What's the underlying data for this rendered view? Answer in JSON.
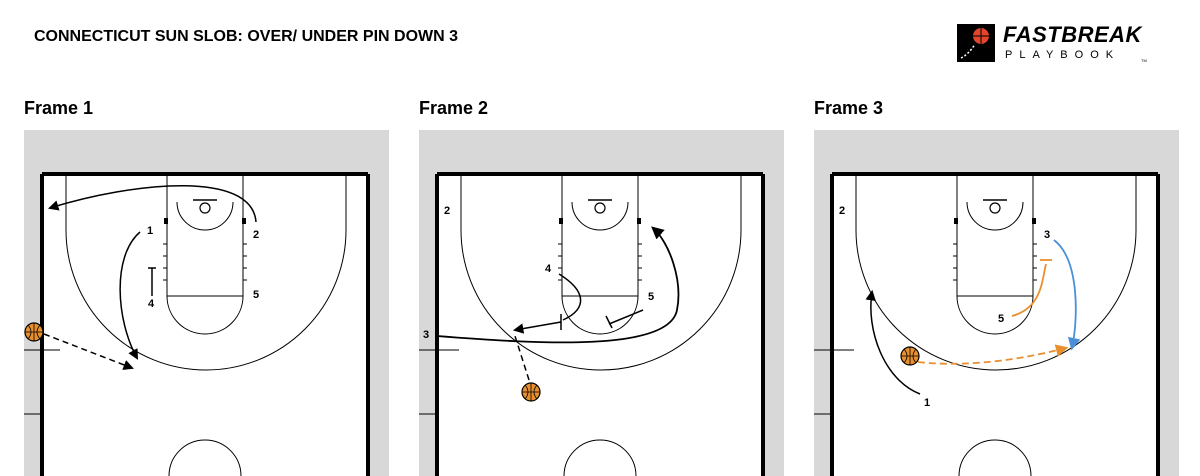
{
  "title": "CONNECTICUT SUN SLOB: OVER/ UNDER PIN DOWN 3",
  "logo": {
    "word": "FASTBREAK",
    "sub": "PLAYBOOK",
    "tm": "TM"
  },
  "frames": [
    {
      "label": "Frame 1",
      "players": {
        "p1": "1",
        "p2": "2",
        "p4": "4",
        "p5": "5"
      }
    },
    {
      "label": "Frame 2",
      "players": {
        "p2": "2",
        "p3": "3",
        "p4": "4",
        "p5": "5"
      }
    },
    {
      "label": "Frame 3",
      "players": {
        "p1": "1",
        "p2": "2",
        "p3": "3",
        "p5": "5"
      }
    }
  ],
  "colors": {
    "orange_action": "#e8902e",
    "blue_action": "#4a90d9",
    "ball": "#e8902e",
    "court_bg": "#d8d8d8"
  },
  "icons": [
    "basketball-icon",
    "fastbreak-logo-icon"
  ]
}
